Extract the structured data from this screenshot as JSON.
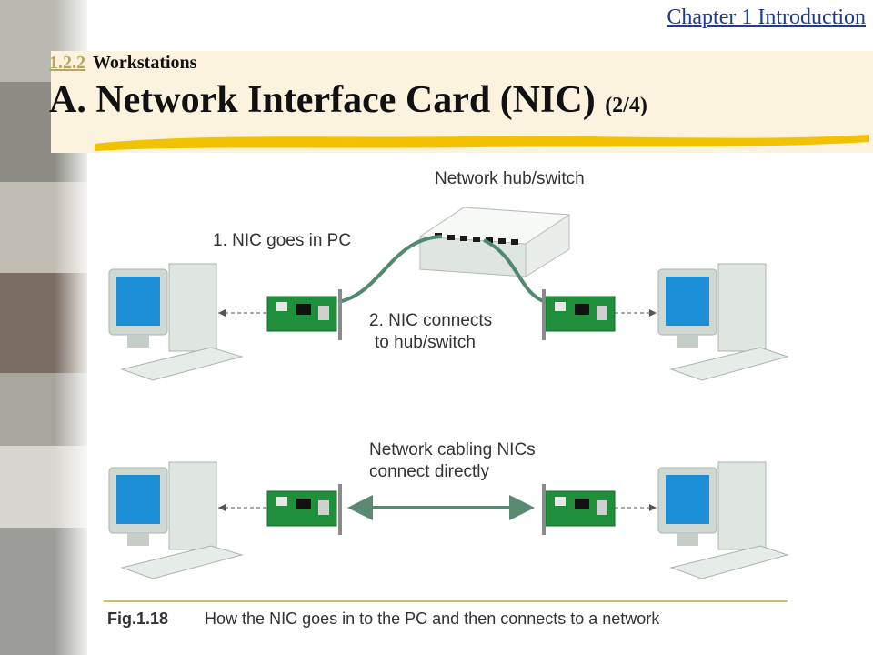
{
  "header": {
    "chapter_link": "Chapter 1  Introduction",
    "section_number": "1.2.2",
    "section_title": "Workstations",
    "title": "A. Network Interface Card (NIC)",
    "title_part": "(2/4)"
  },
  "diagram": {
    "hub_label": "Network hub/switch",
    "step1_label": "1. NIC goes in PC",
    "step2_label_line1": "2. NIC connects",
    "step2_label_line2": "to hub/switch",
    "direct_label_line1": "Network cabling NICs",
    "direct_label_line2": "connect directly"
  },
  "caption": {
    "number": "Fig.1.18",
    "text": "How the NIC goes in to the PC and then connects to a network"
  },
  "colors": {
    "link": "#1f3b8f",
    "highlight": "#f2c200",
    "nic_board": "#1f8f3c",
    "cable": "#4f8a6e",
    "arrow": "#5b8a72"
  }
}
